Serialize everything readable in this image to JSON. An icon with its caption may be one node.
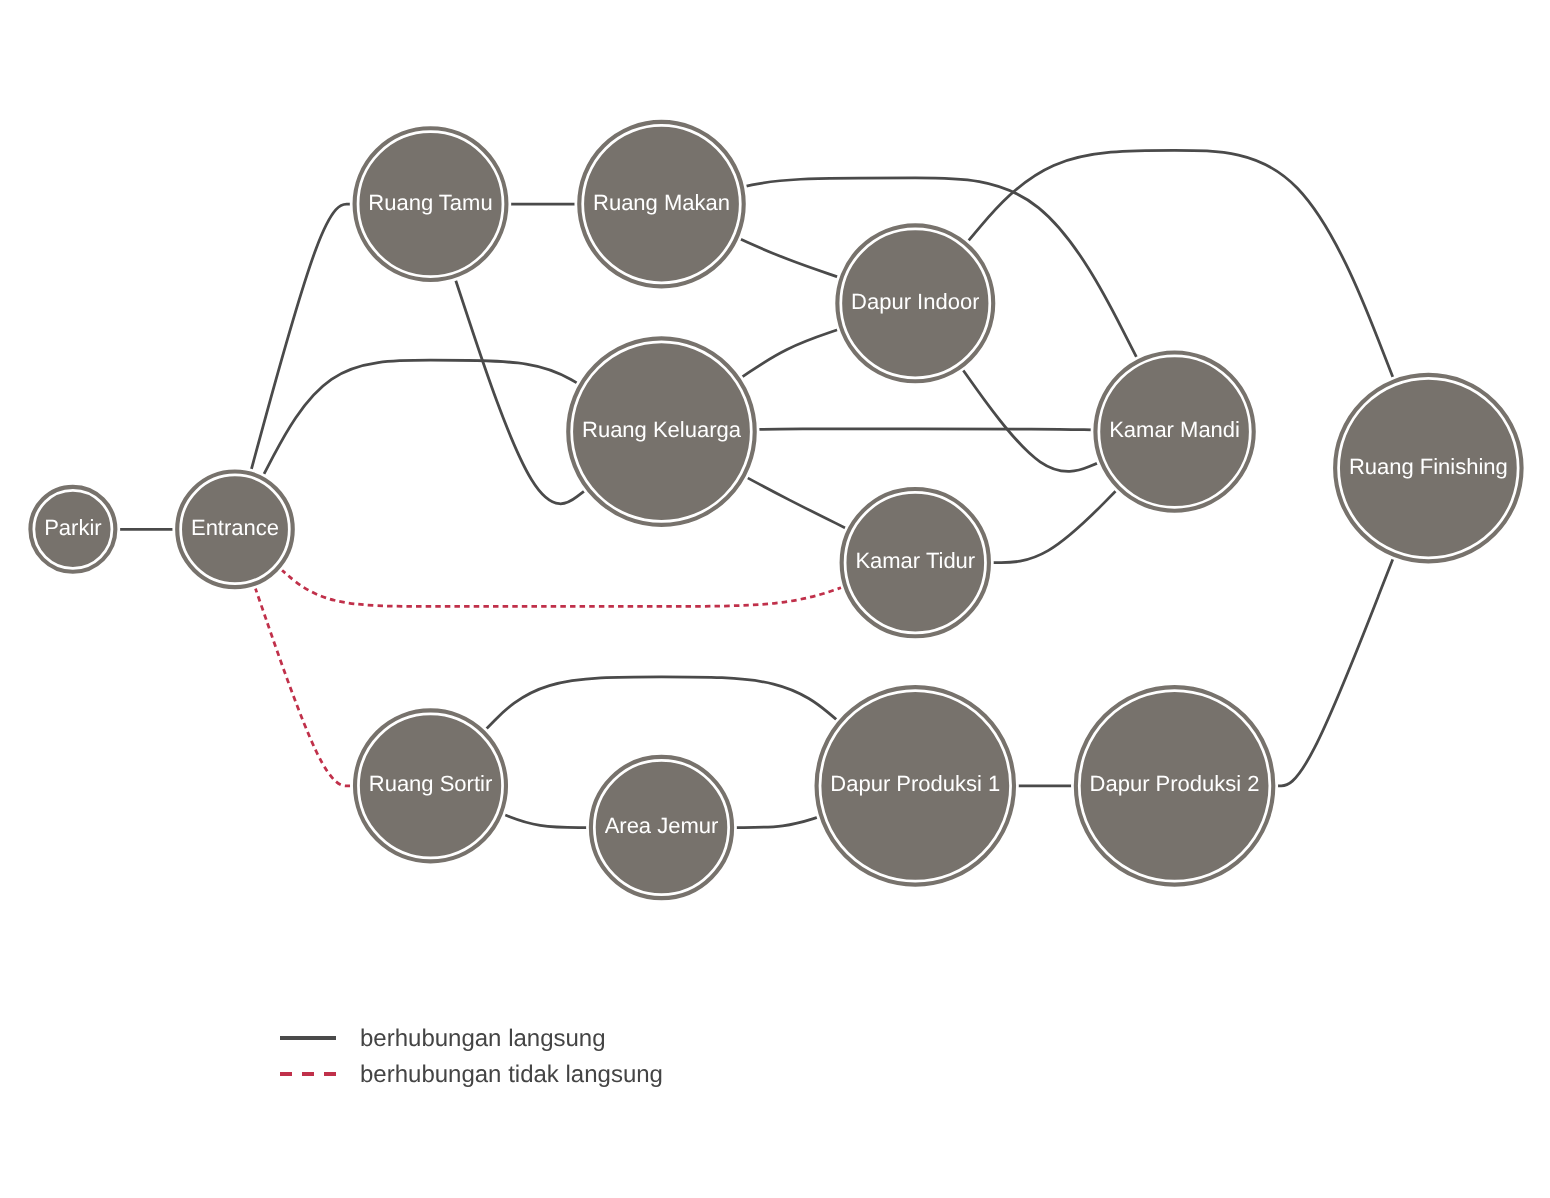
{
  "diagram": {
    "nodes": [
      {
        "text": [
          "Ruang Sortir"
        ]
      },
      {
        "text": [
          "Area Jemur"
        ]
      },
      {
        "text": [
          "Parkir"
        ]
      },
      {
        "text": [
          "Entrance"
        ]
      },
      {
        "text": [
          "Ruang Tamu"
        ]
      },
      {
        "text": [
          "Ruang Makan"
        ]
      },
      {
        "text": [
          "Dapur Produksi 1"
        ]
      },
      {
        "text": [
          "Dapur Produksi 2"
        ]
      },
      {
        "text": [
          "Ruang Keluarga"
        ]
      },
      {
        "text": [
          "Dapur Indoor"
        ]
      },
      {
        "text": [
          "Ruang Finishing"
        ]
      },
      {
        "text": [
          "Kamar Tidur"
        ]
      },
      {
        "text": [
          "Kamar Mandi"
        ]
      }
    ],
    "edges": [
      {
        "from": 2,
        "to": 3,
        "arrow": "none"
      },
      {
        "from": 3,
        "to": 4,
        "arrow": "none"
      },
      {
        "from": 4,
        "to": 5,
        "arrow": "none"
      },
      {
        "from": 3,
        "to": 8,
        "arrow": "none"
      },
      {
        "from": 4,
        "to": 8,
        "arrow": "none"
      },
      {
        "from": 5,
        "to": 9,
        "arrow": "none"
      },
      {
        "from": 5,
        "to": 12,
        "arrow": "none"
      },
      {
        "from": 8,
        "to": 9,
        "arrow": "none"
      },
      {
        "from": 8,
        "to": 11,
        "arrow": "none"
      },
      {
        "from": 8,
        "to": 12,
        "arrow": "none"
      },
      {
        "from": 9,
        "to": 12,
        "arrow": "none"
      },
      {
        "from": 11,
        "to": 12,
        "arrow": "none"
      },
      {
        "from": 9,
        "to": 10,
        "arrow": "none"
      },
      {
        "from": 0,
        "to": 1,
        "arrow": "none"
      },
      {
        "from": 0,
        "to": 6,
        "arrow": "none"
      },
      {
        "from": 1,
        "to": 6,
        "arrow": "none"
      },
      {
        "from": 6,
        "to": 7,
        "arrow": "none"
      },
      {
        "from": 7,
        "to": 10,
        "arrow": "none"
      },
      {
        "from": 3,
        "to": 0,
        "arrow": "none",
        "style": "dashed",
        "color": "#c0304a"
      },
      {
        "from": 3,
        "to": 11,
        "arrow": "none",
        "style": "dashed",
        "color": "#c0304a"
      }
    ],
    "legend": [
      {
        "text": "berhubungan langsung"
      },
      {
        "text": "berhubungan tidak langsung"
      }
    ]
  }
}
